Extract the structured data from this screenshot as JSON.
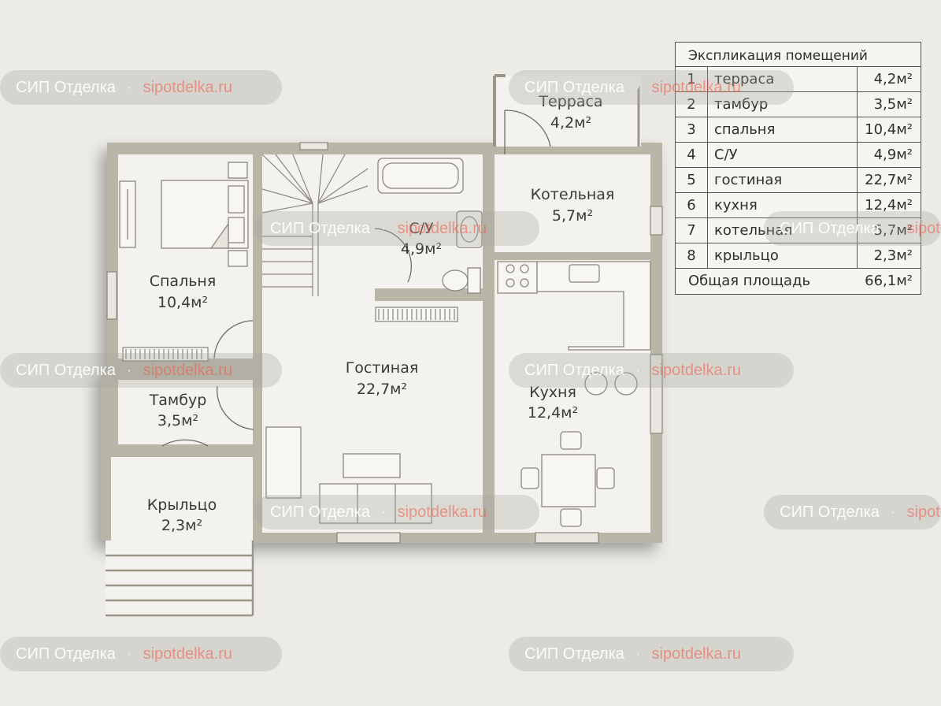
{
  "rooms": {
    "terrace": {
      "name": "Терраса",
      "area": "4,2м²"
    },
    "boiler": {
      "name": "Котельная",
      "area": "5,7м²"
    },
    "bathroom": {
      "name": "С/У",
      "area": "4,9м²"
    },
    "bedroom": {
      "name": "Спальня",
      "area": "10,4м²"
    },
    "living": {
      "name": "Гостиная",
      "area": "22,7м²"
    },
    "kitchen": {
      "name": "Кухня",
      "area": "12,4м²"
    },
    "vestibule": {
      "name": "Тамбур",
      "area": "3,5м²"
    },
    "porch": {
      "name": "Крыльцо",
      "area": "2,3м²"
    }
  },
  "legend": {
    "title": "Экспликация помещений",
    "rows": [
      {
        "num": "1",
        "name": "терраса",
        "area": "4,2м²"
      },
      {
        "num": "2",
        "name": "тамбур",
        "area": "3,5м²"
      },
      {
        "num": "3",
        "name": "спальня",
        "area": "10,4м²"
      },
      {
        "num": "4",
        "name": "С/У",
        "area": "4,9м²"
      },
      {
        "num": "5",
        "name": "гостиная",
        "area": "22,7м²"
      },
      {
        "num": "6",
        "name": "кухня",
        "area": "12,4м²"
      },
      {
        "num": "7",
        "name": "котельная",
        "area": "5,7м²"
      },
      {
        "num": "8",
        "name": "крыльцо",
        "area": "2,3м²"
      }
    ],
    "total_label": "Общая площадь",
    "total_area": "66,1м²"
  },
  "watermark": {
    "brand": "СИП Отделка",
    "dot": "·",
    "url": "sipotdelka.ru"
  },
  "colors": {
    "wall": "#b9b6a7",
    "floor": "#f3f2ee",
    "background": "#ecebe6"
  }
}
